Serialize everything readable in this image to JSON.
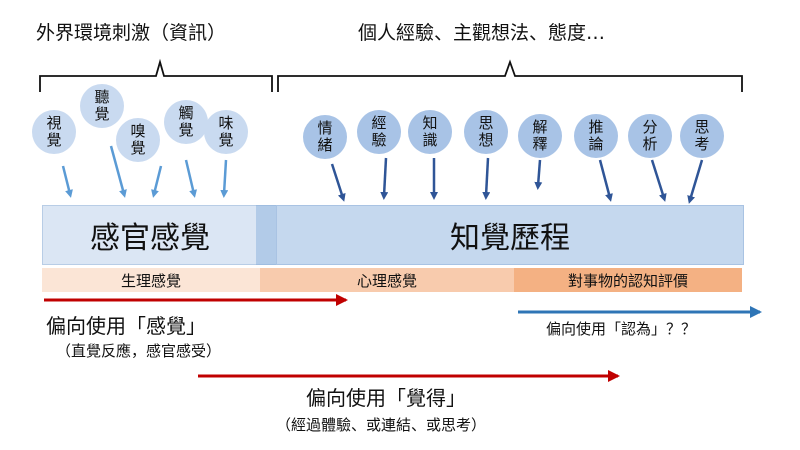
{
  "headings": {
    "external": "外界環境刺激（資訊）",
    "personal": "個人經驗、主觀想法、態度…"
  },
  "sense_circles": [
    {
      "chars": [
        "視",
        "覺"
      ]
    },
    {
      "chars": [
        "聽",
        "覺"
      ]
    },
    {
      "chars": [
        "嗅",
        "覺"
      ]
    },
    {
      "chars": [
        "觸",
        "覺"
      ]
    },
    {
      "chars": [
        "味",
        "覺"
      ]
    }
  ],
  "mind_circles": [
    {
      "chars": [
        "情",
        "緒"
      ]
    },
    {
      "chars": [
        "經",
        "驗"
      ]
    },
    {
      "chars": [
        "知",
        "識"
      ]
    },
    {
      "chars": [
        "思",
        "想"
      ]
    },
    {
      "chars": [
        "解",
        "釋"
      ]
    },
    {
      "chars": [
        "推",
        "論"
      ]
    },
    {
      "chars": [
        "分",
        "析"
      ]
    },
    {
      "chars": [
        "思",
        "考"
      ]
    }
  ],
  "boxes": {
    "sensory": "感官感覺",
    "cognitive": "知覺歷程"
  },
  "bands": {
    "physiological": "生理感覺",
    "psychological": "心理感覺",
    "evaluation": "對事物的認知評價"
  },
  "notes": {
    "feel_title": "偏向使用「感覺」",
    "feel_sub": "（直覺反應，感官感受）",
    "think_title": "偏向使用「認為」？？",
    "perceive_title": "偏向使用「覺得」",
    "perceive_sub": "（經過體驗、或連結、或思考）"
  },
  "colors": {
    "light_blue": "#dbe6f4",
    "mid_blue": "#c5d8ee",
    "circle_light": "#c9daf0",
    "circle_dark": "#a8c3e6",
    "arrow_light": "#5b9bd5",
    "arrow_dark": "#2f5597",
    "band_1": "#fbe5d6",
    "band_2": "#f8cbad",
    "band_3": "#f4b183",
    "red_arrow": "#c00000",
    "blue_arrow": "#2e75b6"
  }
}
